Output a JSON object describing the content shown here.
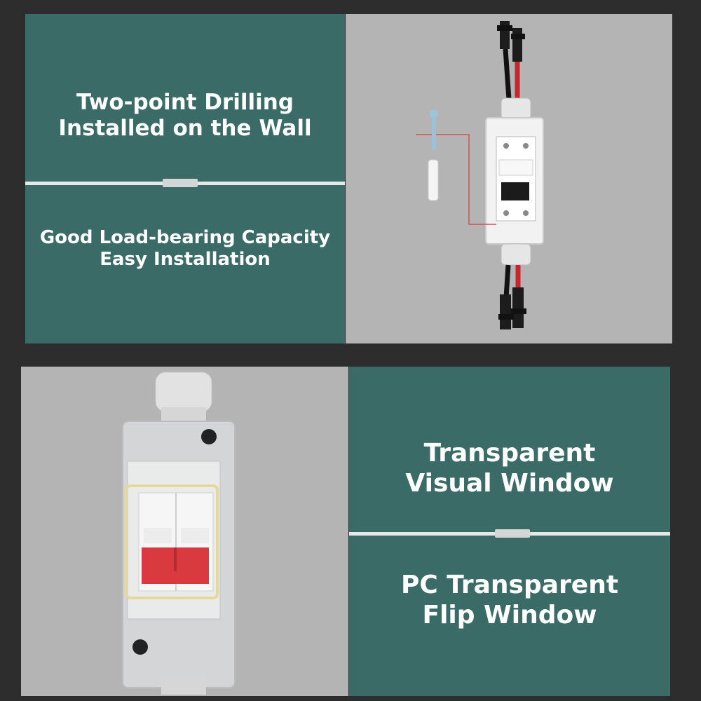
{
  "top_panel": {
    "caption_1": {
      "line_1": "Two-point Drilling",
      "line_2": "Installed on the Wall"
    },
    "caption_2": {
      "line_1": "Good Load-bearing Capacity",
      "line_2": "Easy Installation"
    }
  },
  "bottom_panel": {
    "caption_1": {
      "line_1": "Transparent",
      "line_2": "Visual Window"
    },
    "caption_2": {
      "line_1": "PC Transparent",
      "line_2": "Flip Window"
    }
  },
  "colors": {
    "panel_teal": "#3a6b67",
    "photo_gray": "#b4b4b4",
    "background": "#2d2d2d",
    "breaker_red": "#d83a3f"
  }
}
